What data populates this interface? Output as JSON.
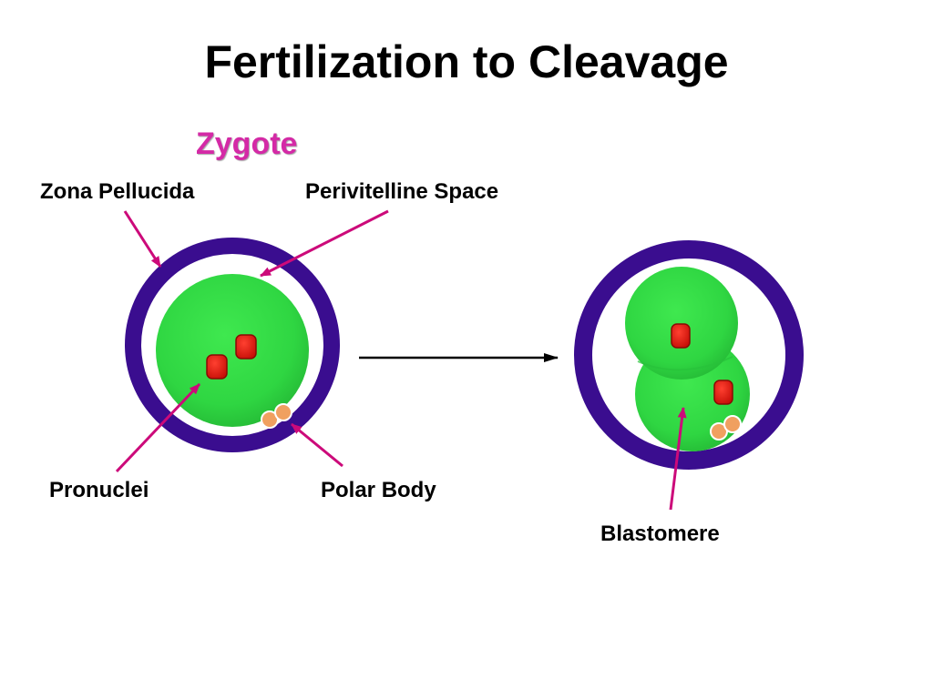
{
  "slide": {
    "title": "Fertilization to Cleavage",
    "subtitle": "Zygote"
  },
  "labels": {
    "zona_pellucida": "Zona Pellucida",
    "perivitelline_space": "Perivitelline Space",
    "pronuclei": "Pronuclei",
    "polar_body": "Polar Body",
    "blastomere": "Blastomere"
  },
  "colors": {
    "accent_magenta": "#cc0a7a",
    "subtitle_magenta": "#d42aa6",
    "zona_purple": "#3a0d8f",
    "cell_green": "#33dd44",
    "nucleus_red": "#e01a10",
    "polar_orange": "#f0a060",
    "arrow_black": "#000000"
  }
}
